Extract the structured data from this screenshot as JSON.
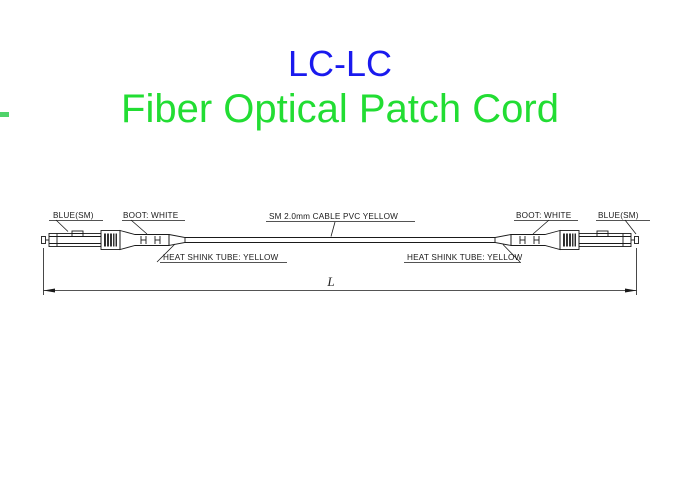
{
  "title": {
    "line1": "LC-LC",
    "line1_color": "#1a1aee",
    "line2": "Fiber Optical Patch Cord",
    "line2_color": "#22dd33"
  },
  "edge_artifact": {
    "name": "cut-off-green-text-mark",
    "color": "#4fd36a"
  },
  "diagram": {
    "type": "technical-drawing",
    "subject": "LC-LC duplex-style simplex fiber optic patch cord assembly",
    "line_color": "#1a1a1a",
    "labels": {
      "connector_left": "BLUE(SM)",
      "boot_left": "BOOT: WHITE",
      "heat_shrink_left": "HEAT SHINK TUBE: YELLOW",
      "cable_center": "SM 2.0mm CABLE PVC YELLOW",
      "heat_shrink_right": "HEAT SHINK TUBE: YELLOW",
      "boot_right": "BOOT: WHITE",
      "connector_right": "BLUE(SM)"
    },
    "dimension": {
      "label": "L",
      "description": "overall cord length"
    }
  }
}
